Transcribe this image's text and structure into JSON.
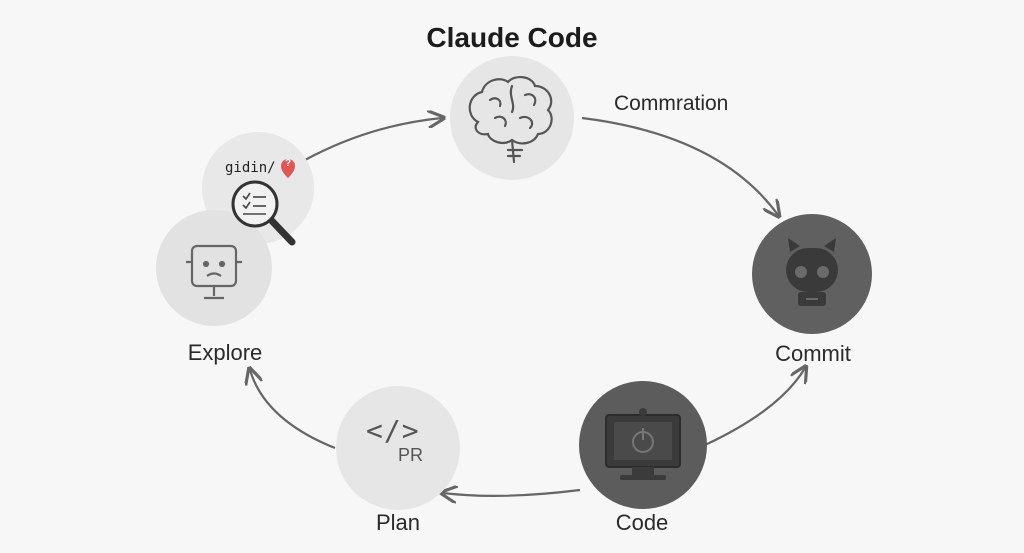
{
  "title": "Claude Code",
  "annotation": "Commration",
  "small_badge_text": "gidin/",
  "badge_glyph": "?",
  "code_icon_text": "</>",
  "pr_text": "PR",
  "nodes": {
    "explore": "Explore",
    "commit": "Commit",
    "plan": "Plan",
    "code": "Code"
  },
  "colors": {
    "light_circle": "#e4e4e4",
    "dark_circle": "#5f5f5f",
    "arrow": "#666666",
    "badge": "#e05555"
  },
  "icons": [
    "brain-icon",
    "magnifier-checklist-icon",
    "robot-monitor-icon",
    "code-pr-icon",
    "monitor-icon",
    "robot-head-icon"
  ]
}
